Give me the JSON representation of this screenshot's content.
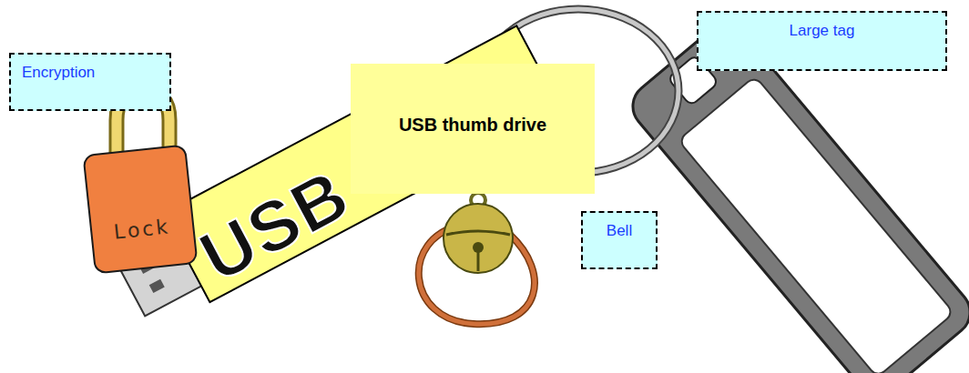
{
  "diagram": {
    "nodes": [
      {
        "text": [
          "Encryption"
        ]
      },
      {
        "text": [
          "USB thumb drive"
        ]
      },
      {
        "text": [
          "Large tag"
        ]
      },
      {
        "text": [
          "Bell"
        ]
      }
    ],
    "labels": [
      "USB",
      "Lock"
    ]
  }
}
